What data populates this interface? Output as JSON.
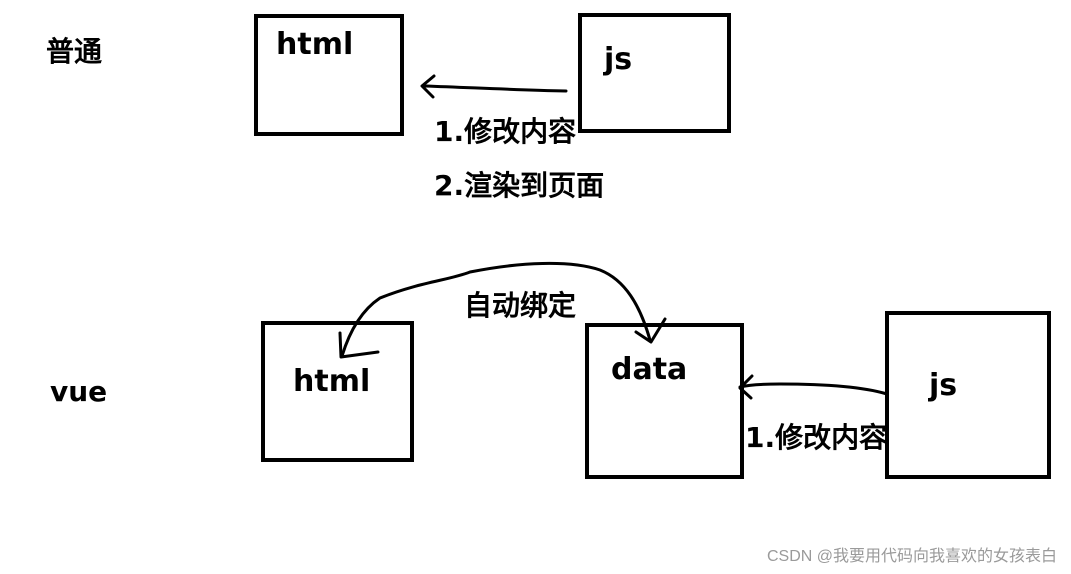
{
  "normal_section": {
    "label": "普通",
    "html_box": "html",
    "js_box": "js",
    "step1": "1.修改内容",
    "step2": "2.渲染到页面"
  },
  "vue_section": {
    "label": "vue",
    "html_box": "html",
    "data_box": "data",
    "js_box": "js",
    "binding_label": "自动绑定",
    "step1": "1.修改内容"
  },
  "watermark": "CSDN @我要用代码向我喜欢的女孩表白"
}
